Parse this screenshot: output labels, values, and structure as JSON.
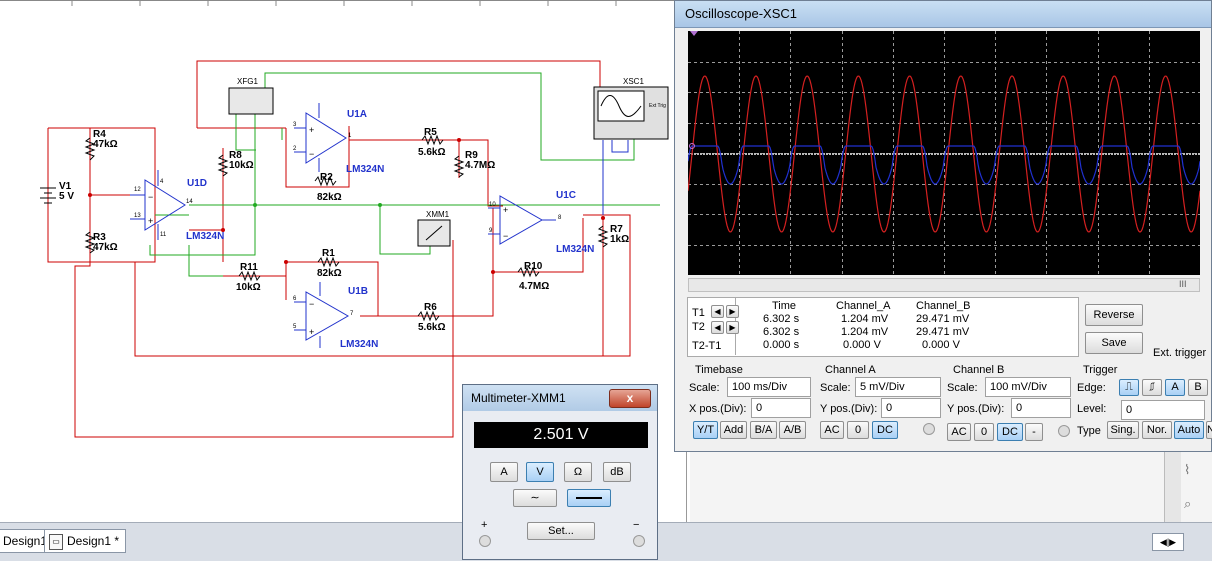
{
  "schematic": {
    "components": {
      "xfg1": "XFG1",
      "xsc1": "XSC1",
      "ext_trig": "Ext Trig",
      "xmm1": "XMM1",
      "u1a": "U1A",
      "u1a_part": "LM324N",
      "u1b": "U1B",
      "u1b_part": "LM324N",
      "u1c": "U1C",
      "u1c_part": "LM324N",
      "u1d": "U1D",
      "u1d_part": "LM324N",
      "r1": "R1",
      "r1_val": "82kΩ",
      "r2": "R2",
      "r2_val": "82kΩ",
      "r3": "R3",
      "r3_val": "47kΩ",
      "r4": "R4",
      "r4_val": "47kΩ",
      "r5": "R5",
      "r5_val": "5.6kΩ",
      "r6": "R6",
      "r6_val": "5.6kΩ",
      "r7": "R7",
      "r7_val": "1kΩ",
      "r8": "R8",
      "r8_val": "10kΩ",
      "r9": "R9",
      "r9_val": "4.7MΩ",
      "r10": "R10",
      "r10_val": "4.7MΩ",
      "r11": "R11",
      "r11_val": "10kΩ",
      "v1": "V1",
      "v1_val": "5 V"
    },
    "pins": {
      "p4": "4",
      "p11": "11",
      "p3": "3",
      "p2": "2",
      "p1": "1",
      "p14": "14",
      "p12": "12",
      "p13": "13",
      "p8": "8",
      "p10": "10",
      "p9": "9",
      "p5": "5",
      "p6": "6",
      "p7": "7"
    }
  },
  "tabs": [
    "Design1",
    "Design1 *"
  ],
  "oscilloscope": {
    "title": "Oscilloscope-XSC1",
    "channel_a_color": "#d42020",
    "channel_b_color": "#2030d0",
    "readout": {
      "headers": [
        "Time",
        "Channel_A",
        "Channel_B"
      ],
      "t1_label": "T1",
      "t2_label": "T2",
      "t2t1_label": "T2-T1",
      "t1": [
        "6.302 s",
        "1.204 mV",
        "29.471 mV"
      ],
      "t2": [
        "6.302 s",
        "1.204 mV",
        "29.471 mV"
      ],
      "t2t1": [
        "0.000 s",
        "0.000 V",
        "0.000 V"
      ]
    },
    "reverse_label": "Reverse",
    "save_label": "Save",
    "ext_trigger_label": "Ext. trigger",
    "timebase": {
      "title": "Timebase",
      "scale_label": "Scale:",
      "scale": "100 ms/Div",
      "xpos_label": "X pos.(Div):",
      "xpos": "0",
      "buttons": [
        "Y/T",
        "Add",
        "B/A",
        "A/B"
      ]
    },
    "channel_a": {
      "title": "Channel A",
      "scale_label": "Scale:",
      "scale": "5 mV/Div",
      "ypos_label": "Y pos.(Div):",
      "ypos": "0",
      "buttons": [
        "AC",
        "0",
        "DC"
      ]
    },
    "channel_b": {
      "title": "Channel B",
      "scale_label": "Scale:",
      "scale": "100 mV/Div",
      "ypos_label": "Y pos.(Div):",
      "ypos": "0",
      "buttons": [
        "AC",
        "0",
        "DC",
        "-"
      ]
    },
    "trigger": {
      "title": "Trigger",
      "edge_label": "Edge:",
      "edge_buttons": [
        "A",
        "B"
      ],
      "level_label": "Level:",
      "level": "0",
      "type_label": "Type",
      "type_buttons": [
        "Sing.",
        "Nor.",
        "Auto",
        "N"
      ]
    },
    "scroll_marker": "III"
  },
  "multimeter": {
    "title": "Multimeter-XMM1",
    "close_label": "x",
    "display": "2.501 V",
    "modes": [
      "A",
      "V",
      "Ω",
      "dB"
    ],
    "active_mode": "V",
    "set_label": "Set...",
    "plus": "+",
    "minus": "−"
  }
}
